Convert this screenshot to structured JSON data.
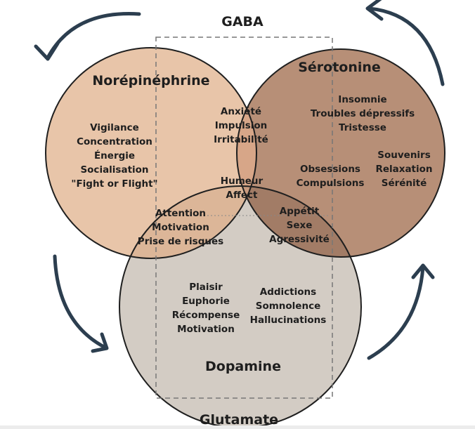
{
  "labels": {
    "top": "GABA",
    "bottom": "Glutamate"
  },
  "circles": {
    "norepinephrine": {
      "title": "Norépinéphrine",
      "items": [
        "Vigilance",
        "Concentration",
        "Énergie",
        "Socialisation",
        "\"Fight or Flight\""
      ],
      "color": "#e8c5a9"
    },
    "serotonin": {
      "title": "Sérotonine",
      "items_top": [
        "Insomnie",
        "Troubles dépressifs",
        "Tristesse"
      ],
      "items_right": [
        "Souvenirs",
        "Relaxation",
        "Sérénité"
      ],
      "color": "#b78f77"
    },
    "dopamine": {
      "title": "Dopamine",
      "items_left": [
        "Plaisir",
        "Euphorie",
        "Récompense",
        "Motivation"
      ],
      "items_right": [
        "Addictions",
        "Somnolence",
        "Hallucinations"
      ],
      "color": "#d3ccc4"
    }
  },
  "intersections": {
    "norepinephrine_serotonin": [
      "Anxiété",
      "Impulsion",
      "Irritabilité"
    ],
    "center": [
      "Humeur",
      "Affect"
    ],
    "norepinephrine_dopamine": [
      "Attention",
      "Motivation",
      "Prise de risques"
    ],
    "serotonin_dopamine": [
      "Appétit",
      "Sexe",
      "Agressivité"
    ],
    "serotonin_only_left": [
      "Obsessions",
      "Compulsions"
    ]
  },
  "colors": {
    "outline": "#1f1f1f",
    "arrows": "#2c3e4f",
    "overlap_ns": "#d7a688",
    "overlap_nd": "#dcb698",
    "overlap_sd": "#a27c66",
    "overlap_center": "#c89a7e"
  }
}
